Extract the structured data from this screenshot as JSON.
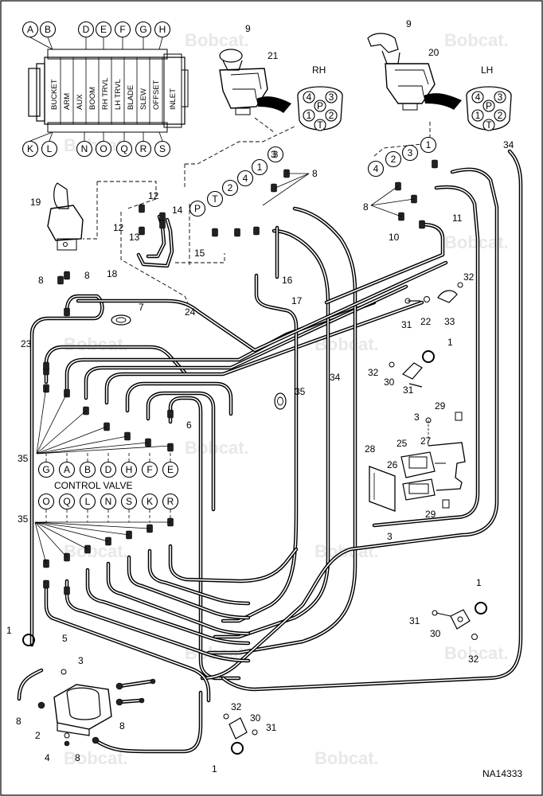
{
  "diagram_id": "NA14333",
  "watermark": "Bobcat.",
  "valve_top_ports": [
    "A",
    "B",
    "D",
    "E",
    "F",
    "G",
    "H"
  ],
  "valve_bottom_ports": [
    "K",
    "L",
    "N",
    "O",
    "Q",
    "R",
    "S"
  ],
  "valve_sections": [
    "BUCKET",
    "ARM",
    "AUX",
    "BOOM",
    "RH TRVL",
    "LH TRVL",
    "BLADE",
    "SLEW",
    "OFFSET",
    "INLET"
  ],
  "rh_label": "RH",
  "lh_label": "LH",
  "rh_connector_pins": [
    "4",
    "3",
    "P",
    "1",
    "2",
    "T"
  ],
  "lh_connector_pins": [
    "4",
    "3",
    "P",
    "1",
    "2",
    "T"
  ],
  "rh_joystick_ports": [
    "P",
    "T",
    "2",
    "4",
    "1",
    "3"
  ],
  "lh_joystick_ports": [
    "4",
    "2",
    "3",
    "1"
  ],
  "control_valve_label": "CONTROL VALVE",
  "control_valve_row1": [
    "G",
    "A",
    "B",
    "D",
    "H",
    "F",
    "E"
  ],
  "control_valve_row2": [
    "O",
    "Q",
    "L",
    "N",
    "S",
    "K",
    "R"
  ],
  "callouts": {
    "c1": "1",
    "c2": "2",
    "c3": "3",
    "c4": "4",
    "c5": "5",
    "c6": "6",
    "c7": "7",
    "c8": "8",
    "c9": "9",
    "c10": "10",
    "c11": "11",
    "c12": "12",
    "c13": "13",
    "c14": "14",
    "c15": "15",
    "c16": "16",
    "c17": "17",
    "c18": "18",
    "c19": "19",
    "c20": "20",
    "c21": "21",
    "c22": "22",
    "c23": "23",
    "c24": "24",
    "c25": "25",
    "c26": "26",
    "c27": "27",
    "c28": "28",
    "c29": "29",
    "c30": "30",
    "c31": "31",
    "c32": "32",
    "c33": "33",
    "c34": "34",
    "c35": "35"
  }
}
